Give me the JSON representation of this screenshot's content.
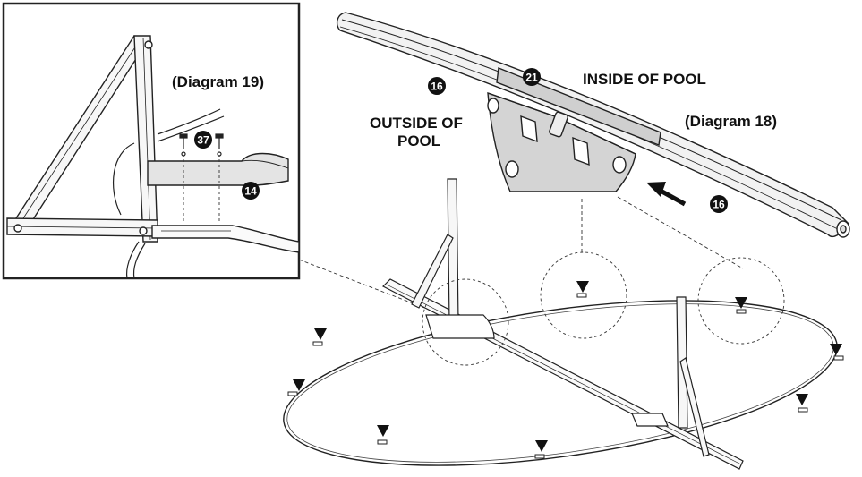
{
  "labels": {
    "diagram_19": "(Diagram 19)",
    "diagram_18": "(Diagram 18)",
    "inside_of_pool": "INSIDE OF POOL",
    "outside_of_pool_line1": "OUTSIDE OF",
    "outside_of_pool_line2": "POOL"
  },
  "callouts": {
    "part_16_top": "16",
    "part_16_right": "16",
    "part_21": "21",
    "part_37": "37",
    "part_14": "14"
  },
  "colors": {
    "line": "#222222",
    "bracket_fill": "#d4d4d4",
    "rail_fill": "#f2f2f2",
    "callout_fill": "#111111",
    "background": "#ffffff"
  }
}
